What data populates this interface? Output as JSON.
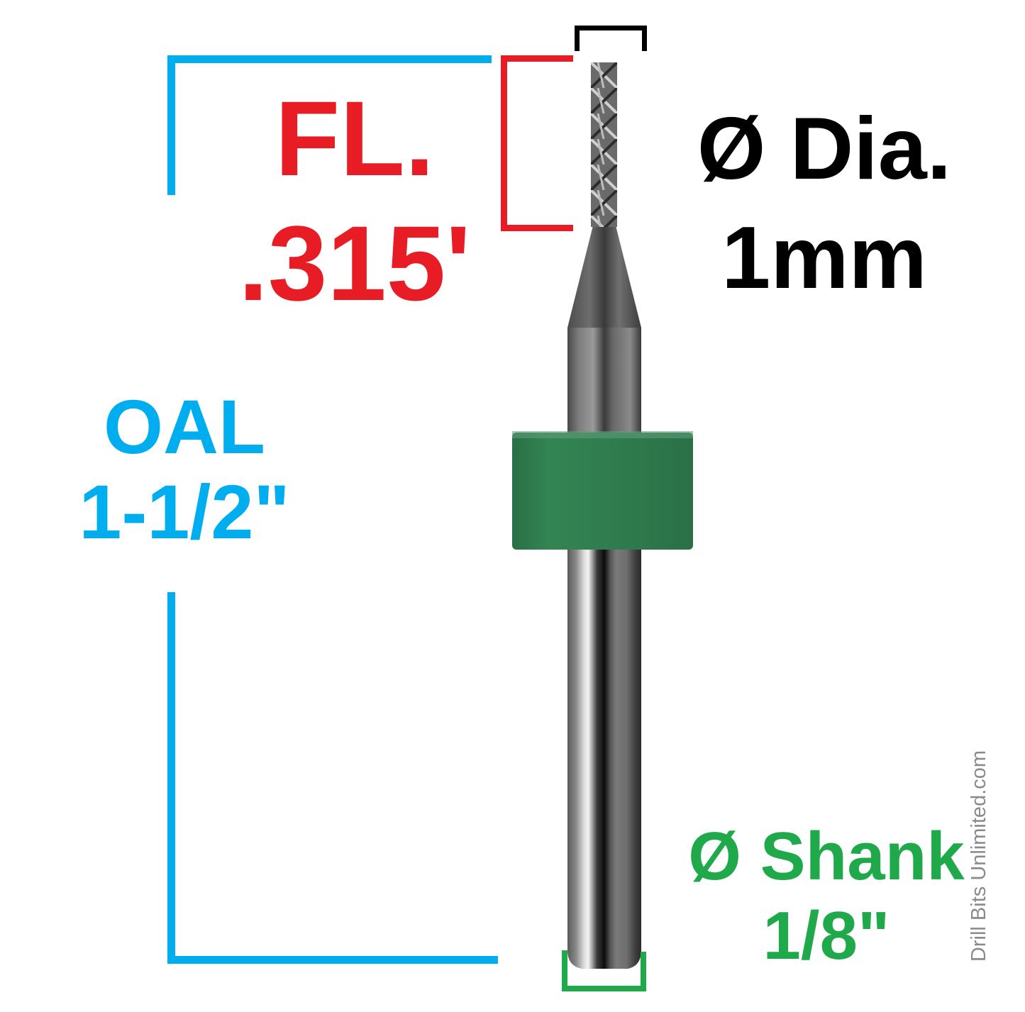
{
  "diagram": {
    "subject": "Carbide PCB micro drill / router bit with green depth collar",
    "colors": {
      "background": "#ffffff",
      "oal": "#00aeef",
      "flute_length": "#e81c24",
      "diameter": "#000000",
      "shank": "#1fa94a",
      "collar": "#2f7d4e",
      "watermark": "#8a8a8a"
    },
    "labels": {
      "flute_length": {
        "title": "FL.",
        "value": ".315'"
      },
      "diameter": {
        "title": "Ø Dia.",
        "value": "1mm"
      },
      "overall_length": {
        "title": "OAL",
        "value": "1-1/2\""
      },
      "shank": {
        "title": "Ø Shank",
        "value": "1/8\""
      }
    },
    "watermark": "Drill Bits Unlimited.com",
    "dimension_brackets": [
      {
        "name": "overall-length-bracket",
        "color": "#00aeef"
      },
      {
        "name": "flute-length-bracket",
        "color": "#e81c24"
      },
      {
        "name": "cutting-diameter-bracket",
        "color": "#000000"
      },
      {
        "name": "shank-diameter-bracket",
        "color": "#1fa94a"
      }
    ]
  }
}
